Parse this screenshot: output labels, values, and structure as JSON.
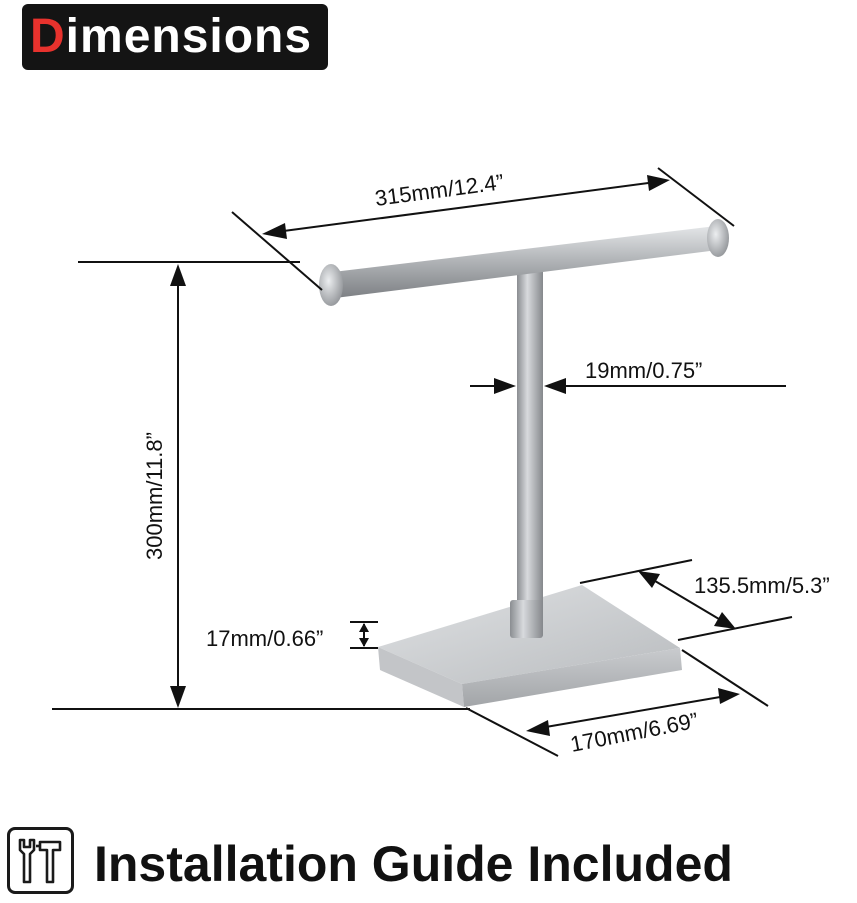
{
  "header": {
    "title_first_letter": "D",
    "title_rest": "imensions",
    "title_accent_color": "#e8322d",
    "title_bg_color": "#141414"
  },
  "dimensions": {
    "length": "315mm/12.4”",
    "height": "300mm/11.8”",
    "rod_diameter": "19mm/0.75”",
    "base_depth": "135.5mm/5.3”",
    "base_thickness": "17mm/0.66”",
    "base_width": "170mm/6.69”"
  },
  "footer": {
    "text": "Installation Guide Included",
    "icon": "tools-icon"
  },
  "colors": {
    "metal": "#b8babd",
    "dimension_line": "#111111"
  }
}
